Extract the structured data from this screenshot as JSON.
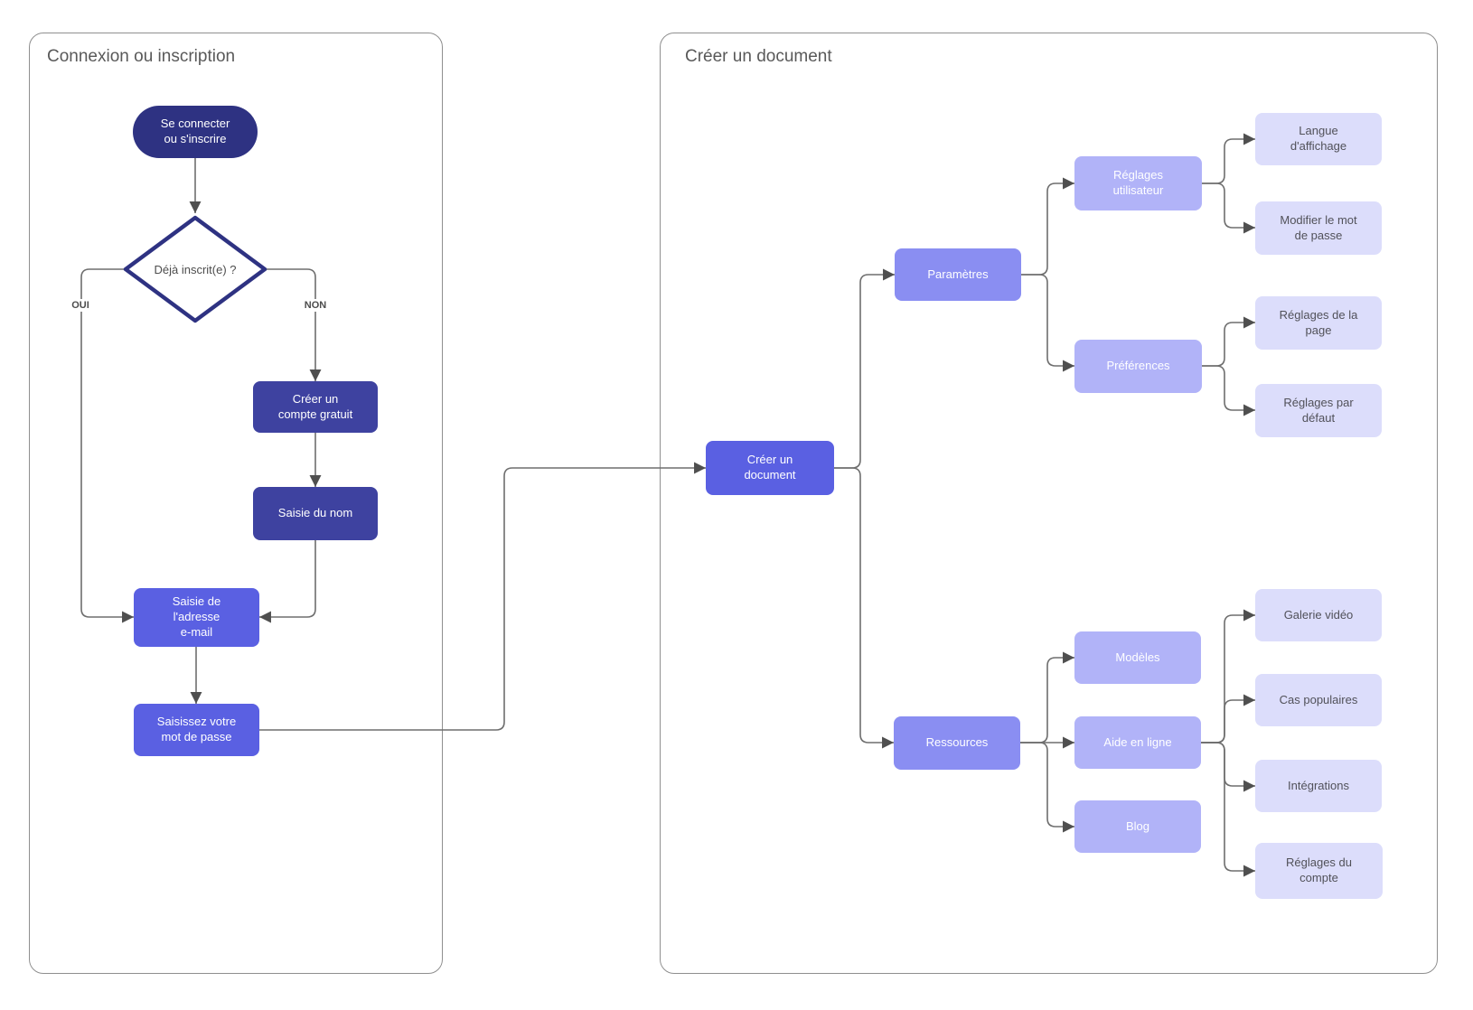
{
  "colors": {
    "navy": "#2e3282",
    "indigo-dark": "#3e42a0",
    "indigo": "#5a60e2",
    "periwinkle": "#8a8ef2",
    "periwinkle-light": "#b1b3f8",
    "lavender": "#dcddfb",
    "edge": "#6e6e6e",
    "arrow": "#4f4f4f",
    "container-border": "#8f8f8f",
    "title-text": "#595959",
    "leaf-text": "#515159",
    "decision-text": "#4d4d4d",
    "label-text": "#4c4c4c"
  },
  "groups": {
    "login": {
      "title": "Connexion ou inscription"
    },
    "create": {
      "title": "Créer un document"
    }
  },
  "nodes": {
    "start": "Se connecter\nou s'inscrire",
    "decision": "Déjà inscrit(e) ?",
    "create_account": "Créer un\ncompte gratuit",
    "enter_name": "Saisie du nom",
    "enter_email": "Saisie de\nl'adresse\ne-mail",
    "enter_password": "Saisissez votre\nmot de passe",
    "create_document": "Créer un\ndocument",
    "parameters": "Paramètres",
    "user_settings": "Réglages\nutilisateur",
    "preferences": "Préférences",
    "display_language": "Langue\nd'affichage",
    "change_password": "Modifier le mot\nde passe",
    "page_settings": "Réglages de la\npage",
    "default_settings": "Réglages par\ndéfaut",
    "resources": "Ressources",
    "templates": "Modèles",
    "online_help": "Aide en ligne",
    "blog": "Blog",
    "video_gallery": "Galerie vidéo",
    "popular_cases": "Cas populaires",
    "integrations": "Intégrations",
    "account_settings": "Réglages du\ncompte"
  },
  "edge_labels": {
    "yes": "OUI",
    "no": "NON"
  }
}
